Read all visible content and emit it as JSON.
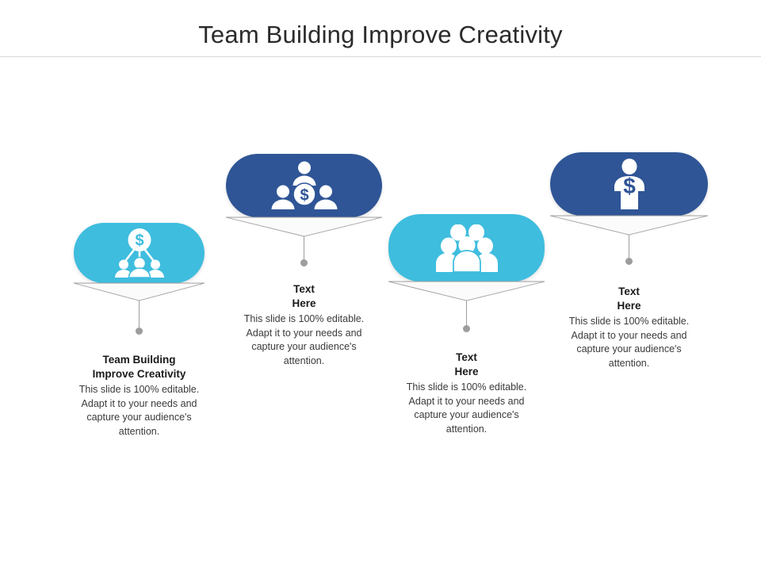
{
  "slide": {
    "title": "Team Building Improve Creativity",
    "background_color": "#ffffff",
    "divider_color": "#d8d8d8"
  },
  "palette": {
    "cyan": "#3fbdde",
    "dark_blue": "#2f5596",
    "connector_line": "#9d9d9d",
    "connector_fill": "#fbfbfb",
    "heading_text": "#1a1a1a",
    "body_text": "#3a3a3a",
    "icon_white": "#ffffff"
  },
  "nodes": [
    {
      "id": "node-1",
      "icon": "dollar-circle-group-icon",
      "pill_color": "#3fbdde",
      "heading": "Team Building\nImprove Creativity",
      "body": "This slide is 100% editable. Adapt it to your needs and capture your audience's attention."
    },
    {
      "id": "node-2",
      "icon": "three-people-dollar-icon",
      "pill_color": "#2f5596",
      "heading": "Text\nHere",
      "body": "This slide is 100% editable. Adapt it to your needs and capture your audience's attention."
    },
    {
      "id": "node-3",
      "icon": "people-crowd-icon",
      "pill_color": "#3fbdde",
      "heading": "Text\nHere",
      "body": "This slide is 100% editable. Adapt it to your needs and capture your audience's attention."
    },
    {
      "id": "node-4",
      "icon": "person-dollar-icon",
      "pill_color": "#2f5596",
      "heading": "Text\nHere",
      "body": "This slide is 100% editable. Adapt it to your needs and capture your audience's attention."
    }
  ]
}
